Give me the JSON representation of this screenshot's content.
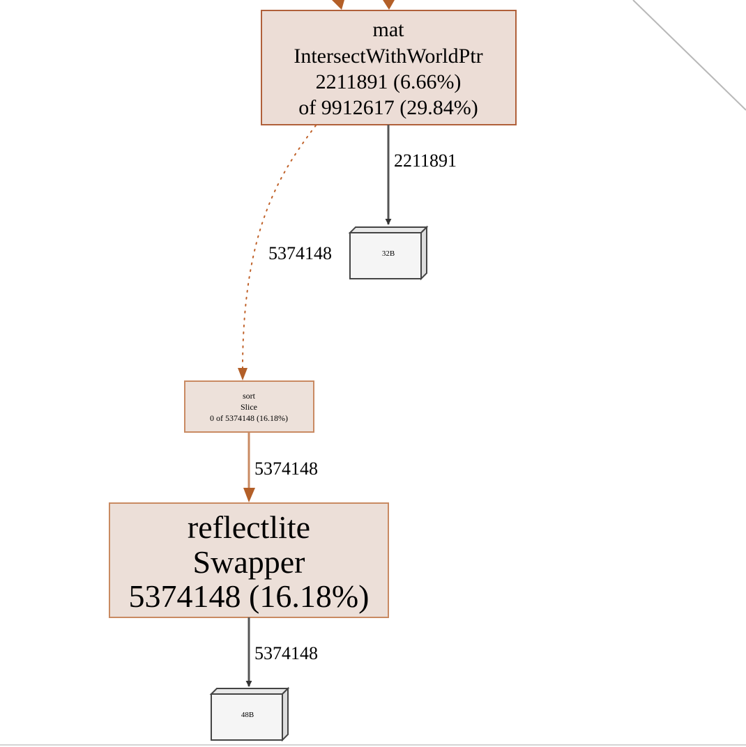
{
  "graph": {
    "nodes": {
      "intersect": {
        "lines": [
          "mat",
          "IntersectWithWorldPtr",
          "2211891 (6.66%)",
          "of 9912617 (29.84%)"
        ]
      },
      "alloc32": {
        "label": "32B"
      },
      "sort_slice": {
        "lines": [
          "sort",
          "Slice",
          "0 of 5374148 (16.18%)"
        ]
      },
      "swapper": {
        "lines": [
          "reflectlite",
          "Swapper",
          "5374148 (16.18%)"
        ]
      },
      "alloc48": {
        "label": "48B"
      }
    },
    "edges": {
      "intersect_to_32b": "2211891",
      "intersect_to_sort": "5374148",
      "sort_to_swapper": "5374148",
      "swapper_to_48b": "5374148"
    }
  },
  "colors": {
    "hot_fill": "#ecddd6",
    "hot_border": "#b0603a",
    "warm_fill": "#ede1da",
    "warm_border": "#c98a62",
    "edge_hot": "#b35f28",
    "edge_neutral": "#555555",
    "alloc_fill": "#f5f5f5",
    "alloc_border": "#444444"
  }
}
